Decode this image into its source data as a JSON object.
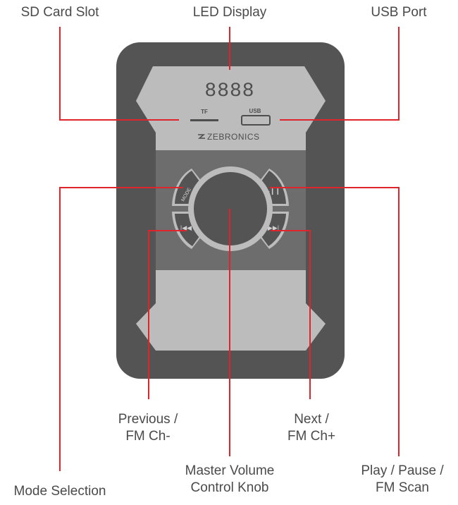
{
  "labels": {
    "sd_card_slot": "SD Card Slot",
    "led_display": "LED Display",
    "usb_port": "USB Port",
    "previous": [
      "Previous /",
      "FM Ch-"
    ],
    "next": [
      "Next /",
      "FM Ch+"
    ],
    "master_volume": [
      "Master Volume",
      "Control Knob"
    ],
    "mode_selection": "Mode Selection",
    "play_pause": [
      "Play / Pause /",
      "FM Scan"
    ]
  },
  "panel": {
    "display_digits": "8888",
    "tf_label": "TF",
    "usb_label": "USB",
    "brand": "ZEBRONICS",
    "mode_button_label": "MODE"
  },
  "colors": {
    "callout_line": "#e0242c",
    "body": "#545454",
    "panel_light": "#bcbcbc",
    "panel_mid": "#6d6d6d"
  }
}
